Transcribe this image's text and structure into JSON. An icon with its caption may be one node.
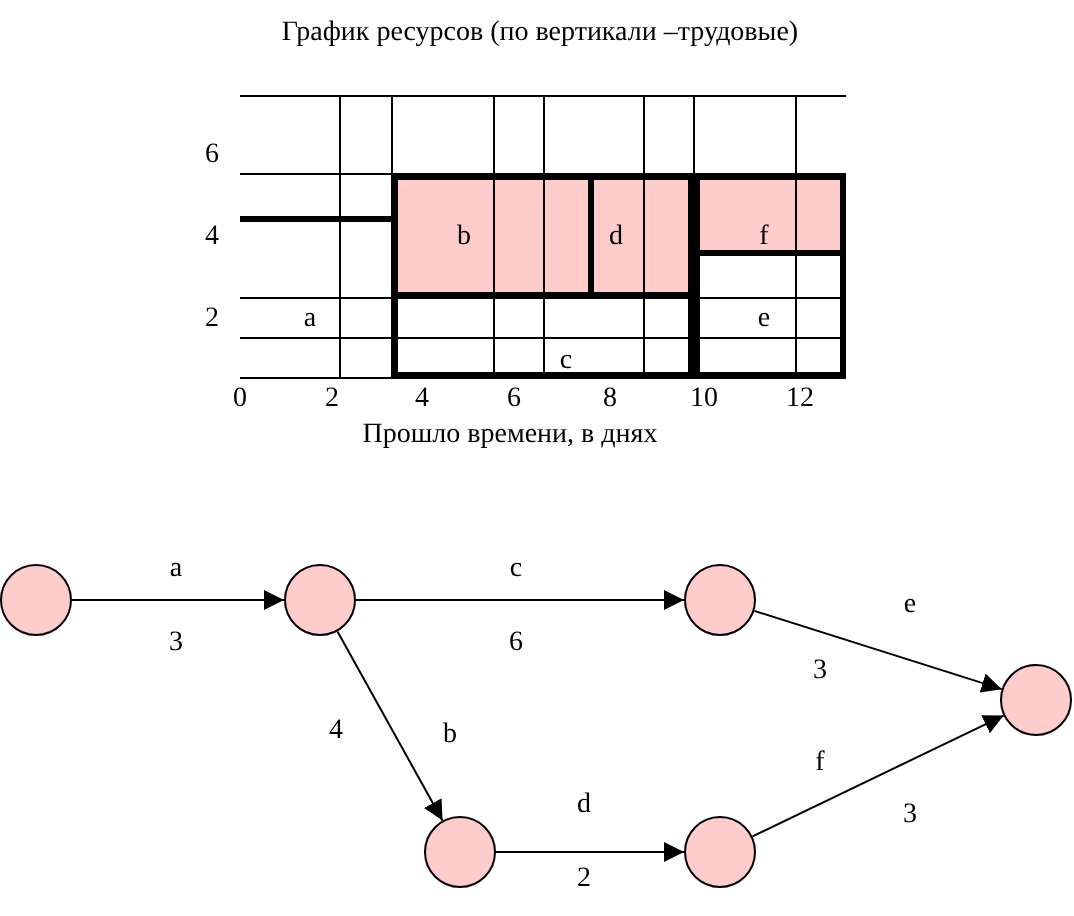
{
  "diagram": {
    "title": "График ресурсов (по вертикали –трудовые)",
    "nodes": [
      {
        "text": [
          "b"
        ]
      },
      {
        "text": [
          "d"
        ]
      },
      {
        "text": [
          "f"
        ]
      },
      {
        "text": [
          "a"
        ]
      },
      {
        "text": [
          "e"
        ]
      },
      {
        "text": [
          "c"
        ]
      },
      {
        "text": [],
        "shape": "circle"
      },
      {
        "text": [],
        "shape": "circle"
      },
      {
        "text": [],
        "shape": "circle"
      },
      {
        "text": [],
        "shape": "circle"
      },
      {
        "text": [],
        "shape": "circle"
      },
      {
        "text": [],
        "shape": "circle"
      }
    ],
    "edges": [
      {
        "from": 6,
        "to": 7,
        "arrow": "to",
        "label": "a"
      },
      {
        "from": 7,
        "to": 8,
        "arrow": "to",
        "label": "c"
      },
      {
        "from": 7,
        "to": 10,
        "arrow": "to",
        "label": "b"
      },
      {
        "from": 8,
        "to": 9,
        "arrow": "to",
        "label": "e"
      },
      {
        "from": 10,
        "to": 11,
        "arrow": "to",
        "label": "d"
      },
      {
        "from": 11,
        "to": 9,
        "arrow": "to",
        "label": "f"
      }
    ],
    "labels": [
      "6",
      "4",
      "2",
      "0",
      "2",
      "4",
      "6",
      "8",
      "10",
      "12",
      "Прошло времени, в днях",
      "3",
      "6",
      "4",
      "3",
      "2",
      "3"
    ]
  }
}
